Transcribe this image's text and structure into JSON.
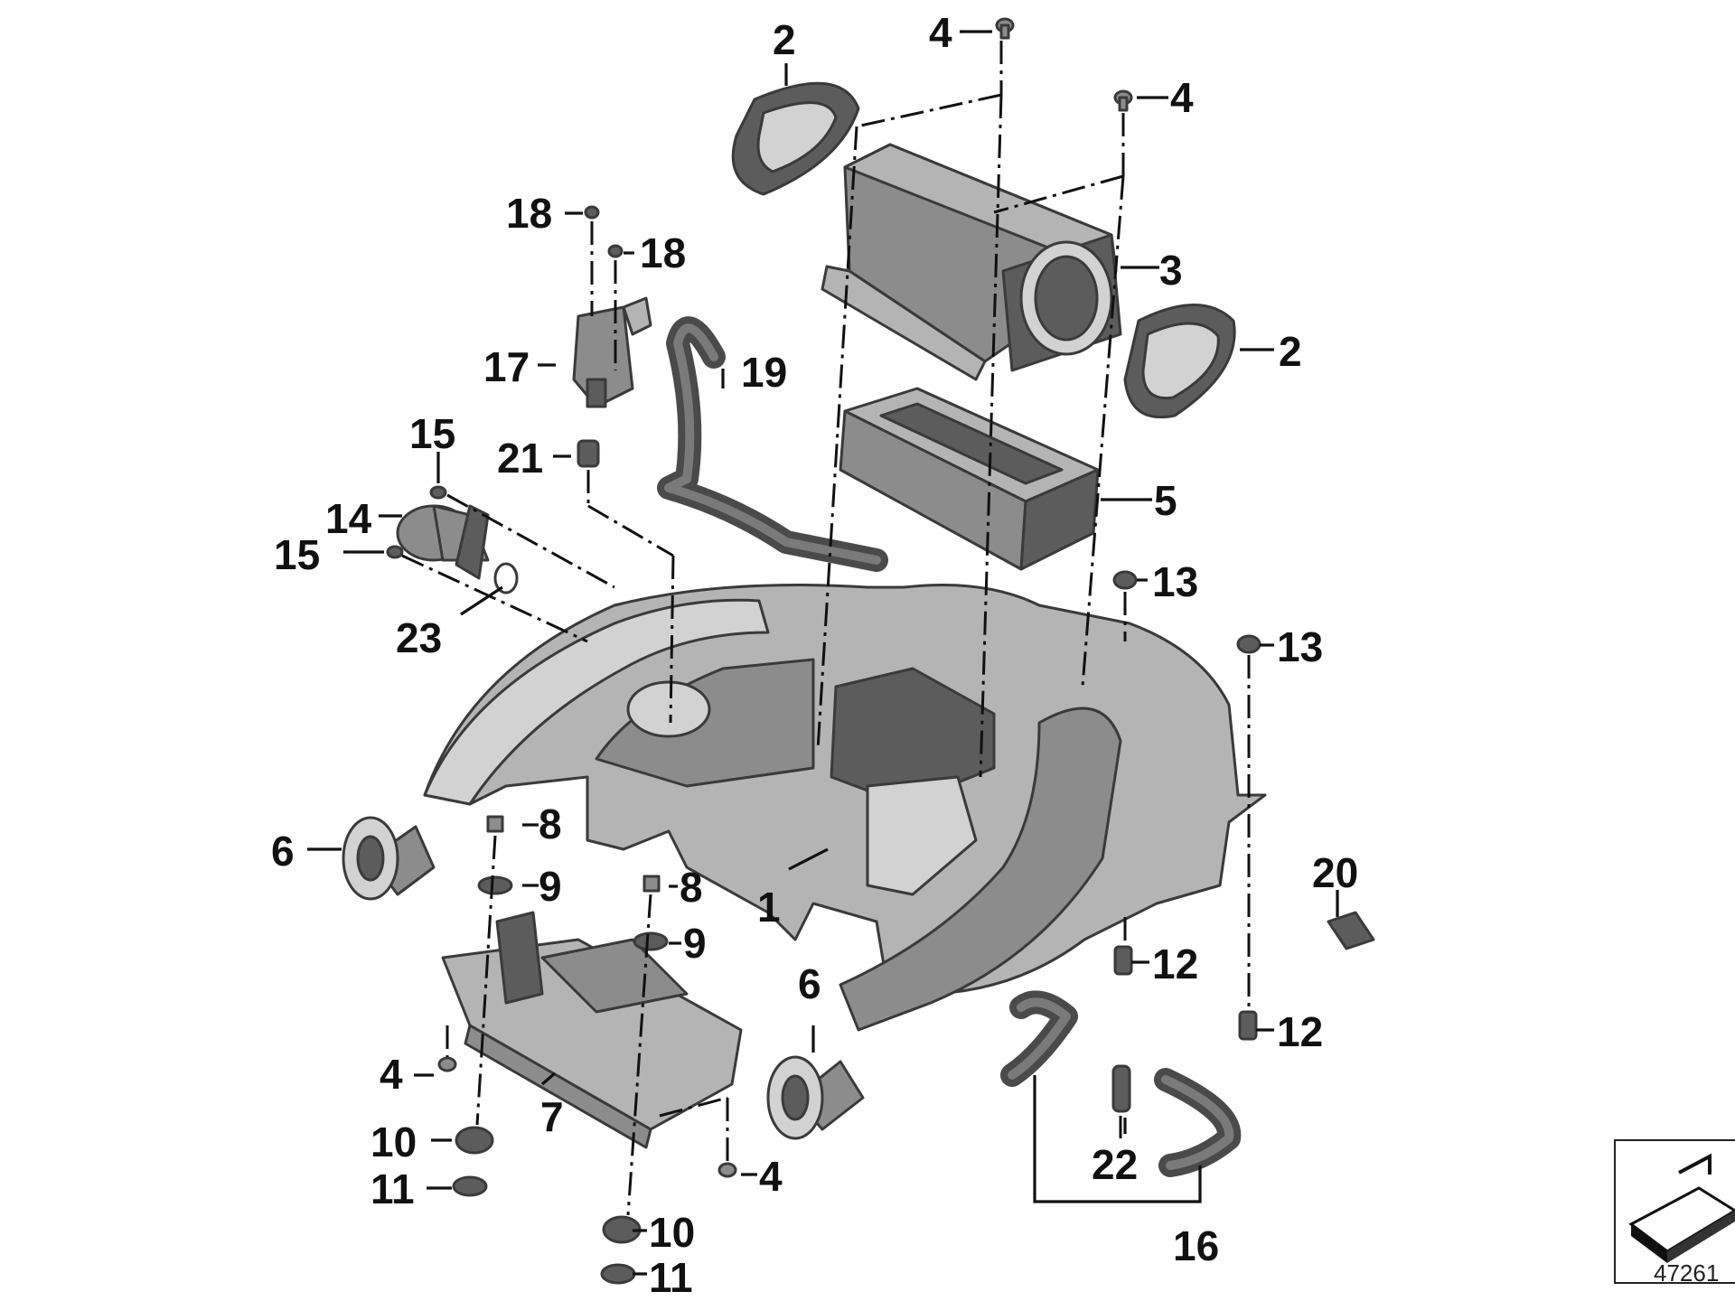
{
  "diagram": {
    "callouts": [
      "1",
      "2",
      "2",
      "3",
      "4",
      "4",
      "4",
      "4",
      "5",
      "6",
      "6",
      "7",
      "8",
      "8",
      "9",
      "9",
      "10",
      "10",
      "11",
      "11",
      "12",
      "12",
      "13",
      "13",
      "14",
      "15",
      "15",
      "16",
      "17",
      "18",
      "18",
      "19",
      "20",
      "21",
      "22",
      "23"
    ],
    "reference_number": "47261",
    "icon": "wedge-bracket-icon"
  }
}
